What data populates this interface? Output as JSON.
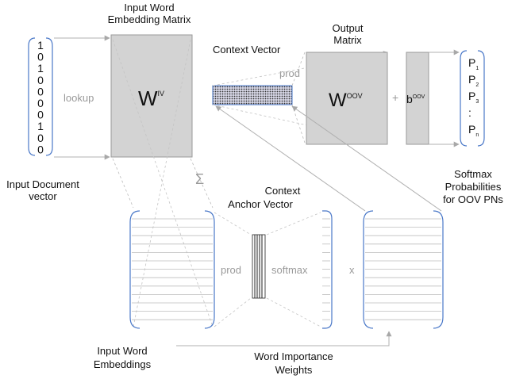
{
  "labels": {
    "embedding_title_1": "Input Word",
    "embedding_title_2": "Embedding Matrix",
    "output_title_1": "Output",
    "output_title_2": "Matrix",
    "context_vector": "Context Vector",
    "prod_top": "prod",
    "lookup": "lookup",
    "plus": "+",
    "input_doc_1": "Input Document",
    "input_doc_2": "vector",
    "sigma": "Σ",
    "softmax_probs_1": "Softmax",
    "softmax_probs_2": "Probabilities",
    "softmax_probs_3": "for OOV PNs",
    "anchor_1": "Context",
    "anchor_2": "Anchor Vector",
    "prod_bottom": "prod",
    "softmax": "softmax",
    "times": "x",
    "input_embeddings_1": "Input Word",
    "input_embeddings_2": "Embeddings",
    "importance_1": "Word Importance",
    "importance_2": "Weights"
  },
  "matrices": {
    "w_iv": {
      "base": "W",
      "sup": "IV"
    },
    "w_oov": {
      "base": "W",
      "sup": "OOV"
    },
    "b_oov": {
      "base": "b",
      "sup": "OOV"
    }
  },
  "input_vector": [
    "1",
    "0",
    "1",
    "0",
    "0",
    "0",
    "0",
    "1",
    "0",
    "0"
  ],
  "output_probs": [
    {
      "base": "P",
      "sub": "1"
    },
    {
      "base": "P",
      "sub": "2"
    },
    {
      "base": "P",
      "sub": "3"
    },
    {
      "base": ":",
      "sub": ""
    },
    {
      "base": "P",
      "sub": "n"
    }
  ],
  "colors": {
    "matrix_fill": "#d3d3d3",
    "bracket_blue": "#4a78c8",
    "arrow_gray": "#b0b0b0",
    "text_gray": "#9a9a9a"
  }
}
